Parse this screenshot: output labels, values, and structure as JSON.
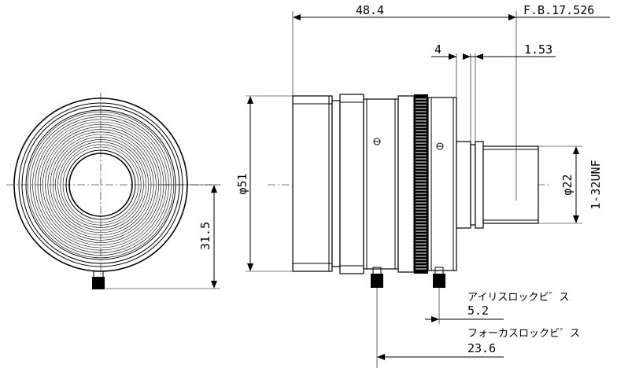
{
  "dimensions": {
    "overall_length": "48.4",
    "flange_back": "F.B.17.526",
    "mount_offset": "4",
    "rear_gap": "1.53",
    "outer_diameter": "φ51",
    "mount_diameter": "φ22",
    "thread": "1-32UNF",
    "screw_height": "31.5"
  },
  "callouts": {
    "iris_screw_label": "アイリスロックビ゛ス",
    "iris_screw_value": "5.2",
    "focus_screw_label": "フォーカスロックビ゛ス",
    "focus_screw_value": "23.6"
  }
}
